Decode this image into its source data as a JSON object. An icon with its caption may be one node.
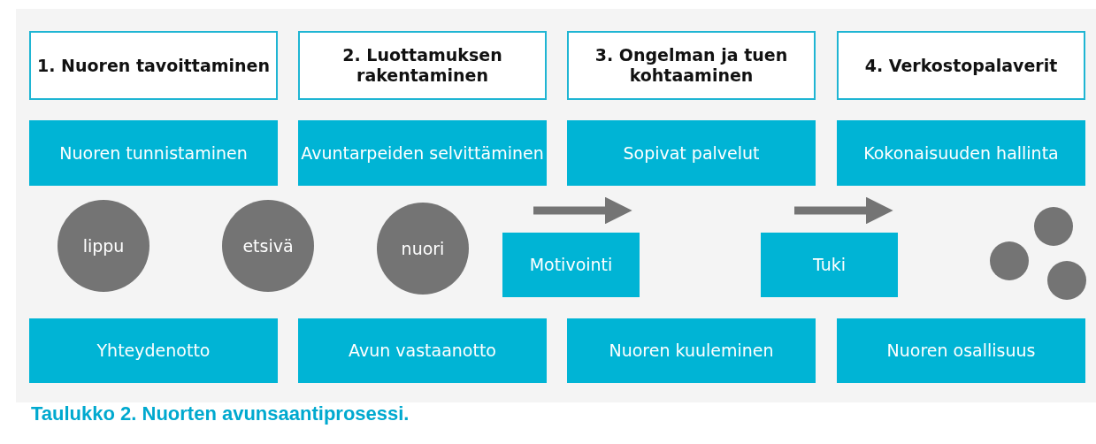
{
  "diagram": {
    "caption": "Taulukko 2. Nuorten avunsaantiprosessi.",
    "nodes": [
      {
        "text": [
          "1. Nuoren tavoittaminen"
        ]
      },
      {
        "text": [
          "2. Luottamuksen rakentaminen"
        ]
      },
      {
        "text": [
          "3. Ongelman ja tuen kohtaaminen"
        ]
      },
      {
        "text": [
          "4. Verkostopalaverit"
        ]
      },
      {
        "text": [
          "Nuoren tunnistaminen"
        ]
      },
      {
        "text": [
          "Avuntarpeiden selvittäminen"
        ]
      },
      {
        "text": [
          "Sopivat palvelut"
        ]
      },
      {
        "text": [
          "Kokonaisuuden hallinta"
        ]
      },
      {
        "text": [
          "lippu"
        ]
      },
      {
        "text": [
          "etsivä"
        ]
      },
      {
        "text": [
          "nuori"
        ]
      },
      {
        "text": [
          "Motivointi"
        ]
      },
      {
        "text": [
          "Tuki"
        ]
      },
      {
        "text": [],
        "shape": "circle"
      },
      {
        "text": [],
        "shape": "circle"
      },
      {
        "text": [],
        "shape": "circle"
      },
      {
        "text": [
          "Yhteydenotto"
        ]
      },
      {
        "text": [
          "Avun vastaanotto"
        ]
      },
      {
        "text": [
          "Nuoren kuuleminen"
        ]
      },
      {
        "text": [
          "Nuoren osallisuus"
        ]
      }
    ]
  }
}
